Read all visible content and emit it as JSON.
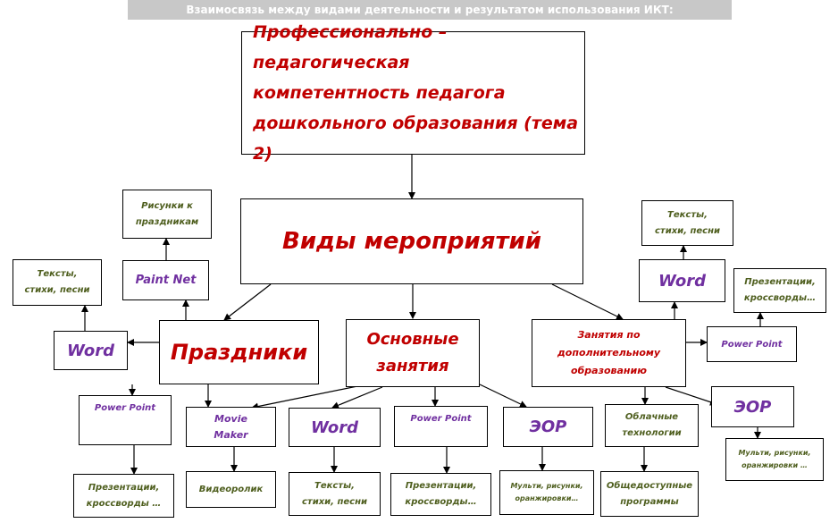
{
  "banner": "Взаимосвязь между видами деятельности и результатом использования ИКТ:",
  "colors": {
    "red": "#c00000",
    "purple": "#7030a0",
    "green": "#4f5f1f",
    "banner_bg": "#c8c8c8"
  },
  "nodes": {
    "top": "Профессионально – педагогическая\nкомпетентность педагога\nдошкольного образования (тема 2)",
    "types": "Виды мероприятий",
    "holidays": "Праздники",
    "main_classes": "Основные\nзанятия",
    "extra_classes": "Занятия по\nдополнительному\nобразованию",
    "word_left": "Word",
    "paint_net": "Paint Net",
    "drawings": "Рисунки к\nпраздникам",
    "texts_left": "Тексты,\nстихи, песни",
    "pp_left": "Power Point",
    "movie_maker": "Movie\nMaker",
    "word_center": "Word",
    "pp_center": "Power Point",
    "eor_center": "ЭОР",
    "cloud": "Облачные\nтехнологии",
    "word_right": "Word",
    "texts_right": "Тексты,\nстихи, песни",
    "pp_right": "Power Point",
    "presentations_right": "Презентации,\nкроссворды…",
    "eor_right": "ЭОР",
    "cartoons_right": "Мульти, рисунки,\nоранжировки …",
    "presentations_1": "Презентации,\nкроссворды …",
    "video": "Видеоролик",
    "texts_bottom": "Тексты,\nстихи, песни",
    "presentations_2": "Презентации,\nкроссворды…",
    "cartoons_bottom": "Мульти, рисунки,\nоранжировки…",
    "public_programs": "Общедоступные\nпрограммы"
  }
}
